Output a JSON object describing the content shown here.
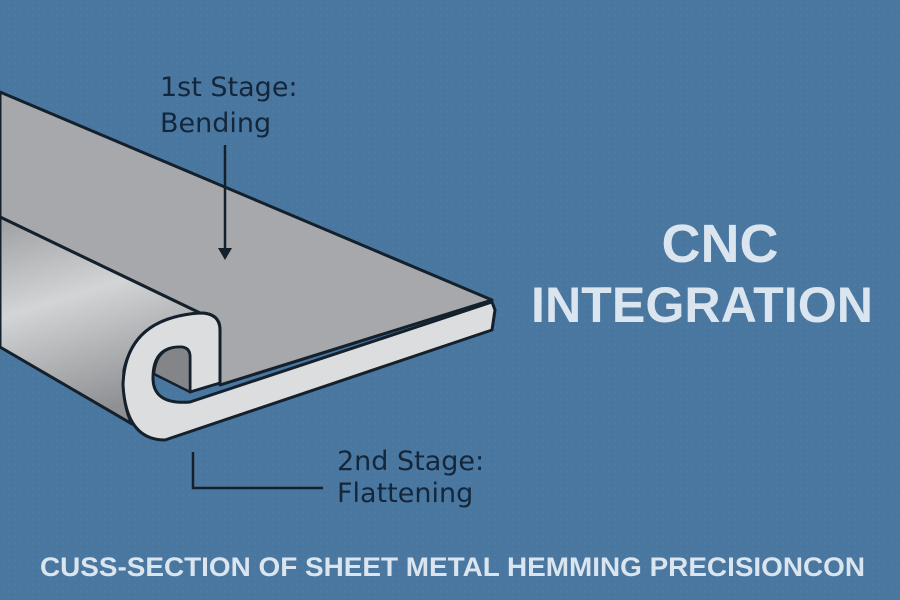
{
  "labels": {
    "stage1_line1": "1st Stage:",
    "stage1_line2": "Bending",
    "stage2_line1": "2nd Stage:",
    "stage2_line2": "Flattening"
  },
  "headline": {
    "line1": "CNC",
    "line2": "INTEGRATION"
  },
  "caption": "CUSS-SECTION OF SHEET METAL HEMMING PRECISIONCON",
  "colors": {
    "background": "#4a77a0",
    "metal_top": "#a6a8ab",
    "metal_edge": "#dcdddf",
    "outline": "#14202c",
    "label_text": "#14263a",
    "headline_text": "#dbe5ef"
  }
}
